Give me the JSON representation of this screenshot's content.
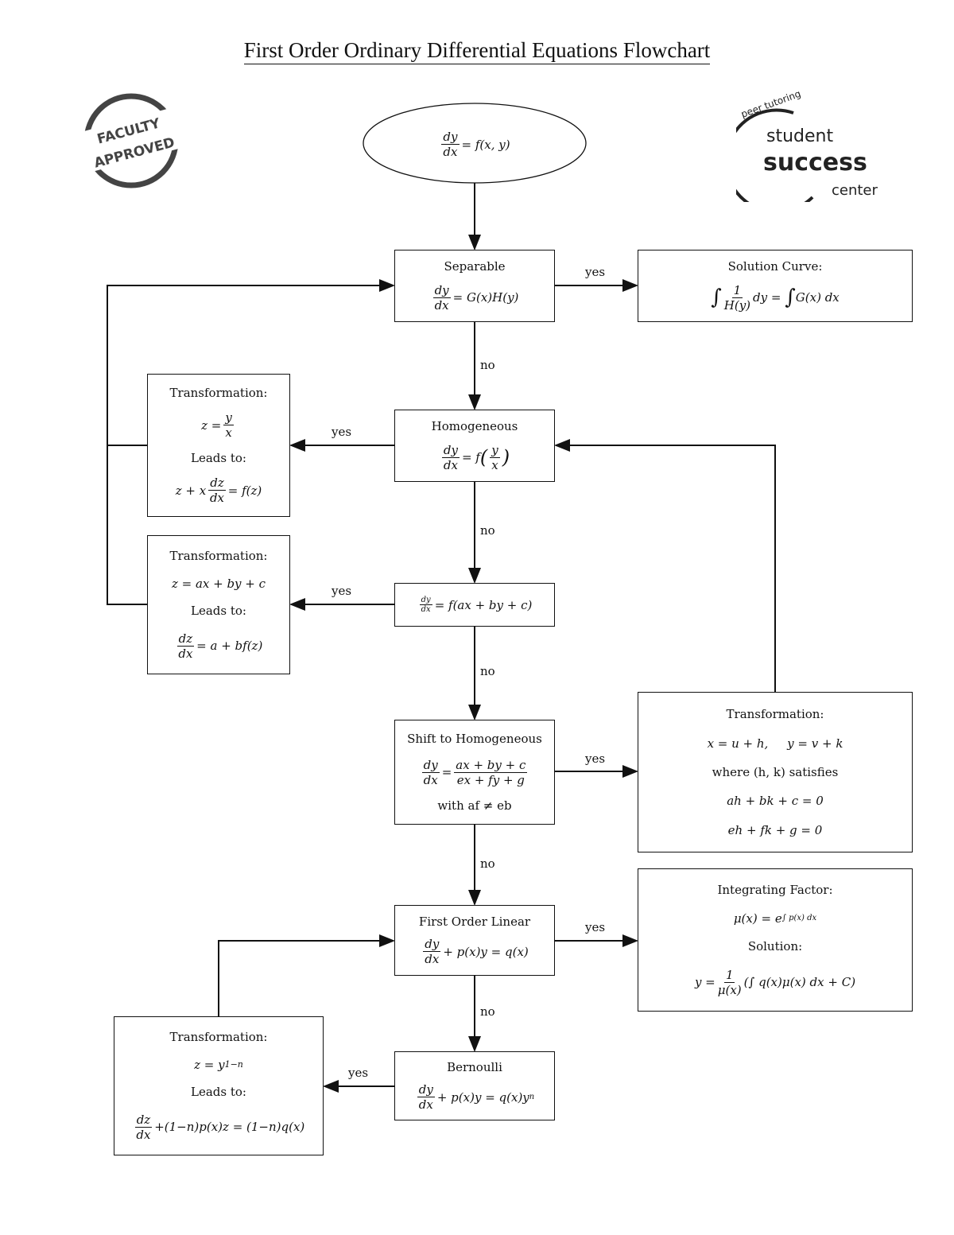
{
  "title": "First Order Ordinary Differential Equations Flowchart",
  "logos": {
    "left": "FACULTY APPROVED",
    "right_top": "peer tutoring",
    "right_1": "student",
    "right_2": "success",
    "right_3": "center"
  },
  "start": {
    "num": "dy",
    "den": "dx",
    "rhs": "= f(x, y)"
  },
  "separable": {
    "title": "Separable",
    "num": "dy",
    "den": "dx",
    "rhs": "= G(x)H(y)"
  },
  "solution_curve": {
    "title": "Solution Curve:",
    "int1": "∫",
    "num": "1",
    "den": "H(y)",
    "mid": "dy = ",
    "int2": "∫",
    "rhs": "G(x) dx"
  },
  "homogeneous": {
    "title": "Homogeneous",
    "num": "dy",
    "den": "dx",
    "rhs_pre": "= f",
    "rhs_num": "y",
    "rhs_den": "x"
  },
  "transform1": {
    "title": "Transformation:",
    "eq_pre": "z = ",
    "eq_num": "y",
    "eq_den": "x",
    "leads": "Leads to:",
    "res_pre": "z + x",
    "res_num": "dz",
    "res_den": "dx",
    "res_post": "= f(z)"
  },
  "linear_sub": {
    "num": "dy",
    "den": "dx",
    "rhs": "= f(ax + by + c)"
  },
  "transform2": {
    "title": "Transformation:",
    "eq": "z = ax + by + c",
    "leads": "Leads to:",
    "res_num": "dz",
    "res_den": "dx",
    "res_post": "= a + bf(z)"
  },
  "shift": {
    "title": "Shift to Homogeneous",
    "num": "dy",
    "den": "dx",
    "rhs_num": "ax + by + c",
    "rhs_den": "ex + fy + g",
    "cond": "with af ≠ eb"
  },
  "transform3": {
    "title": "Transformation:",
    "eq": "x = u + h,     y = v + k",
    "where": "where (h, k) satisfies",
    "c1": "ah + bk + c = 0",
    "c2": "eh + fk + g = 0"
  },
  "first_linear": {
    "title": "First Order Linear",
    "num": "dy",
    "den": "dx",
    "rhs": "+ p(x)y = q(x)"
  },
  "integrating": {
    "title": "Integrating Factor:",
    "mu": "μ(x) = e",
    "mu_exp": "∫ p(x) dx",
    "sol": "Solution:",
    "y_pre": "y = ",
    "y_num": "1",
    "y_den": "μ(x)",
    "y_post": "(∫ q(x)μ(x) dx + C)"
  },
  "bernoulli": {
    "title": "Bernoulli",
    "num": "dy",
    "den": "dx",
    "rhs": "+ p(x)y = q(x)y",
    "exp": "n"
  },
  "transform4": {
    "title": "Transformation:",
    "eq": "z = y",
    "eq_exp": "1−n",
    "leads": "Leads to:",
    "res_num": "dz",
    "res_den": "dx",
    "res_post": "+(1−n)p(x)z = (1−n)q(x)"
  },
  "labels": {
    "yes": "yes",
    "no": "no"
  }
}
